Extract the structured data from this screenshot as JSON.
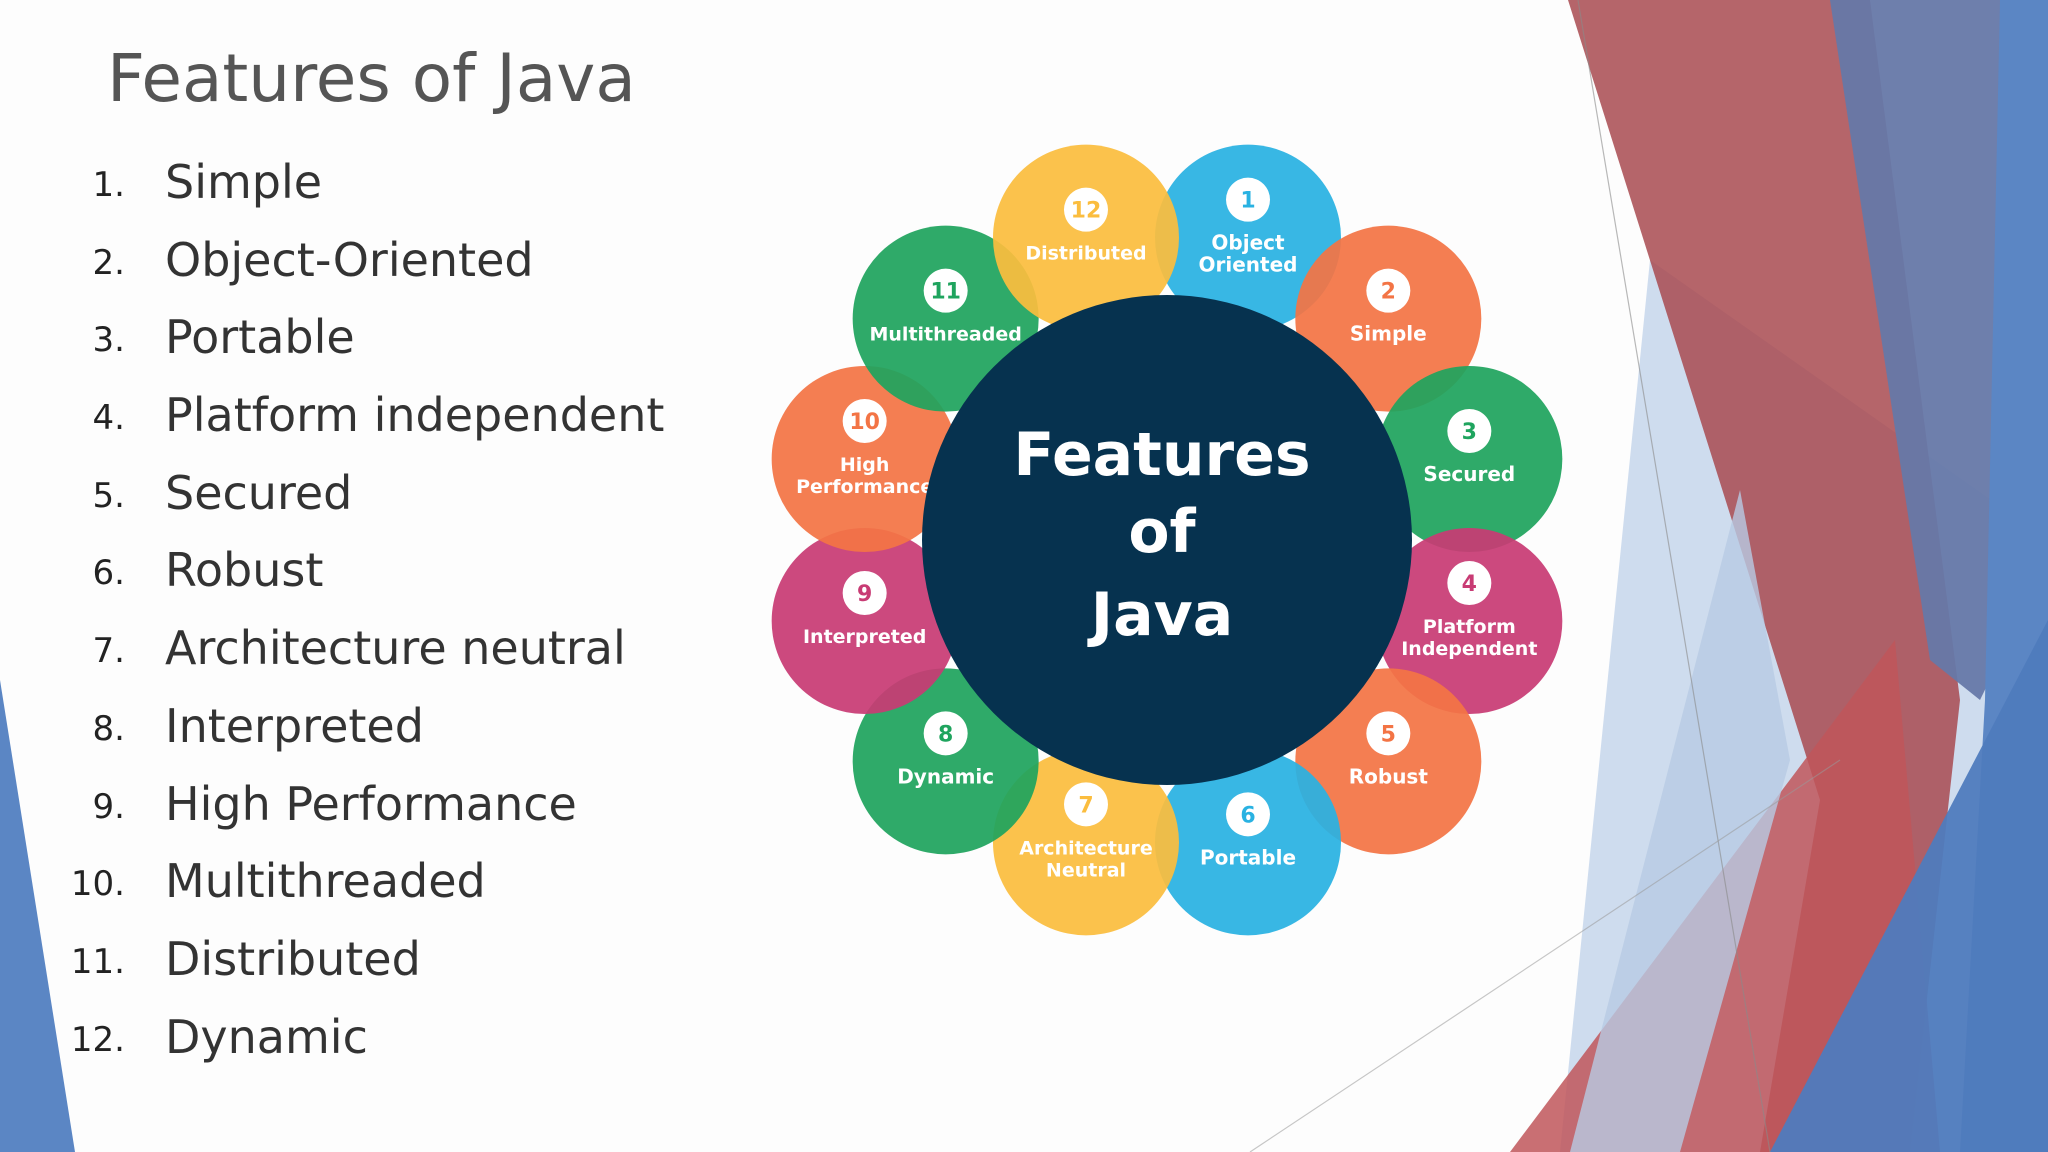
{
  "slide": {
    "title": "Features of Java"
  },
  "features_list": [
    {
      "number": "1.",
      "text": "Simple"
    },
    {
      "number": "2.",
      "text": "Object-Oriented"
    },
    {
      "number": "3.",
      "text": "Portable"
    },
    {
      "number": "4.",
      "text": "Platform independent"
    },
    {
      "number": "5.",
      "text": "Secured"
    },
    {
      "number": "6.",
      "text": "Robust"
    },
    {
      "number": "7.",
      "text": "Architecture neutral"
    },
    {
      "number": "8.",
      "text": "Interpreted"
    },
    {
      "number": "9.",
      "text": "High Performance"
    },
    {
      "number": "10.",
      "text": "Multithreaded"
    },
    {
      "number": "11.",
      "text": "Distributed"
    },
    {
      "number": "12.",
      "text": "Dynamic"
    }
  ],
  "diagram": {
    "center_lines": [
      "Features",
      "of",
      "Java"
    ],
    "center_color": "#06324f",
    "petals": [
      {
        "num": "1",
        "label_lines": [
          "Object",
          "Oriented"
        ],
        "color": "#29b2e2",
        "slot": 1
      },
      {
        "num": "2",
        "label_lines": [
          "Simple"
        ],
        "color": "#f37445",
        "slot": 2
      },
      {
        "num": "3",
        "label_lines": [
          "Secured"
        ],
        "color": "#1fa45e",
        "slot": 3
      },
      {
        "num": "4",
        "label_lines": [
          "Platform",
          "Independent"
        ],
        "color": "#c83b74",
        "slot": 4
      },
      {
        "num": "5",
        "label_lines": [
          "Robust"
        ],
        "color": "#f37445",
        "slot": 5
      },
      {
        "num": "6",
        "label_lines": [
          "Portable"
        ],
        "color": "#29b2e2",
        "slot": 6
      },
      {
        "num": "7",
        "label_lines": [
          "Architecture",
          "Neutral"
        ],
        "color": "#fbbd3e",
        "slot": 7
      },
      {
        "num": "8",
        "label_lines": [
          "Dynamic"
        ],
        "color": "#1fa45e",
        "slot": 8
      },
      {
        "num": "9",
        "label_lines": [
          "Interpreted"
        ],
        "color": "#c83b74",
        "slot": 9
      },
      {
        "num": "10",
        "label_lines": [
          "High",
          "Performance"
        ],
        "color": "#f37445",
        "slot": 10
      },
      {
        "num": "11",
        "label_lines": [
          "Multithreaded"
        ],
        "color": "#1fa45e",
        "slot": 11
      },
      {
        "num": "12",
        "label_lines": [
          "Distributed"
        ],
        "color": "#fbbd3e",
        "slot": 12
      }
    ]
  },
  "theme": {
    "decor_red": "#b54a4f",
    "decor_blue": "#4f7bbd",
    "decor_light_blue": "#b8cbe3"
  }
}
